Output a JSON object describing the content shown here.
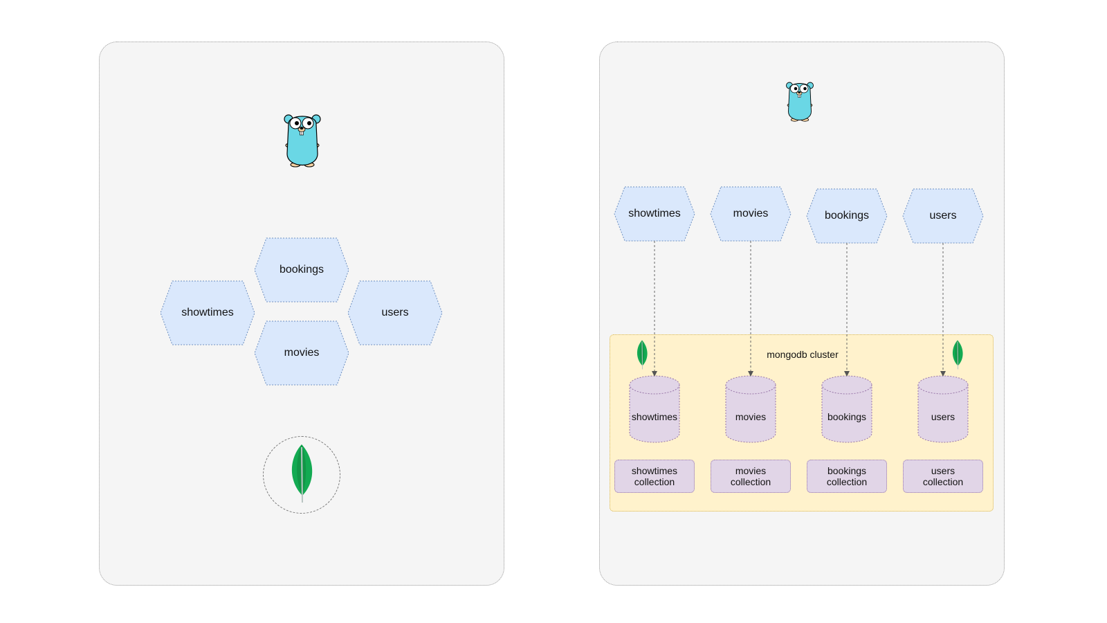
{
  "colors": {
    "panel_fill": "#f5f5f5",
    "hex_fill": "#dae8fc",
    "hex_stroke": "#6c8ebf",
    "cluster_fill": "#fff2cc",
    "db_fill": "#e1d5e7",
    "db_stroke": "#9673a6",
    "gopher_body": "#6ad7e5",
    "leaf_green": "#13aa52"
  },
  "left_panel": {
    "services": [
      "bookings",
      "showtimes",
      "users",
      "movies"
    ]
  },
  "right_panel": {
    "services": [
      "showtimes",
      "movies",
      "bookings",
      "users"
    ],
    "cluster_label": "mongodb cluster",
    "databases": [
      "showtimes",
      "movies",
      "bookings",
      "users"
    ],
    "collections": [
      "showtimes\ncollection",
      "movies\ncollection",
      "bookings\ncollection",
      "users\ncollection"
    ]
  }
}
